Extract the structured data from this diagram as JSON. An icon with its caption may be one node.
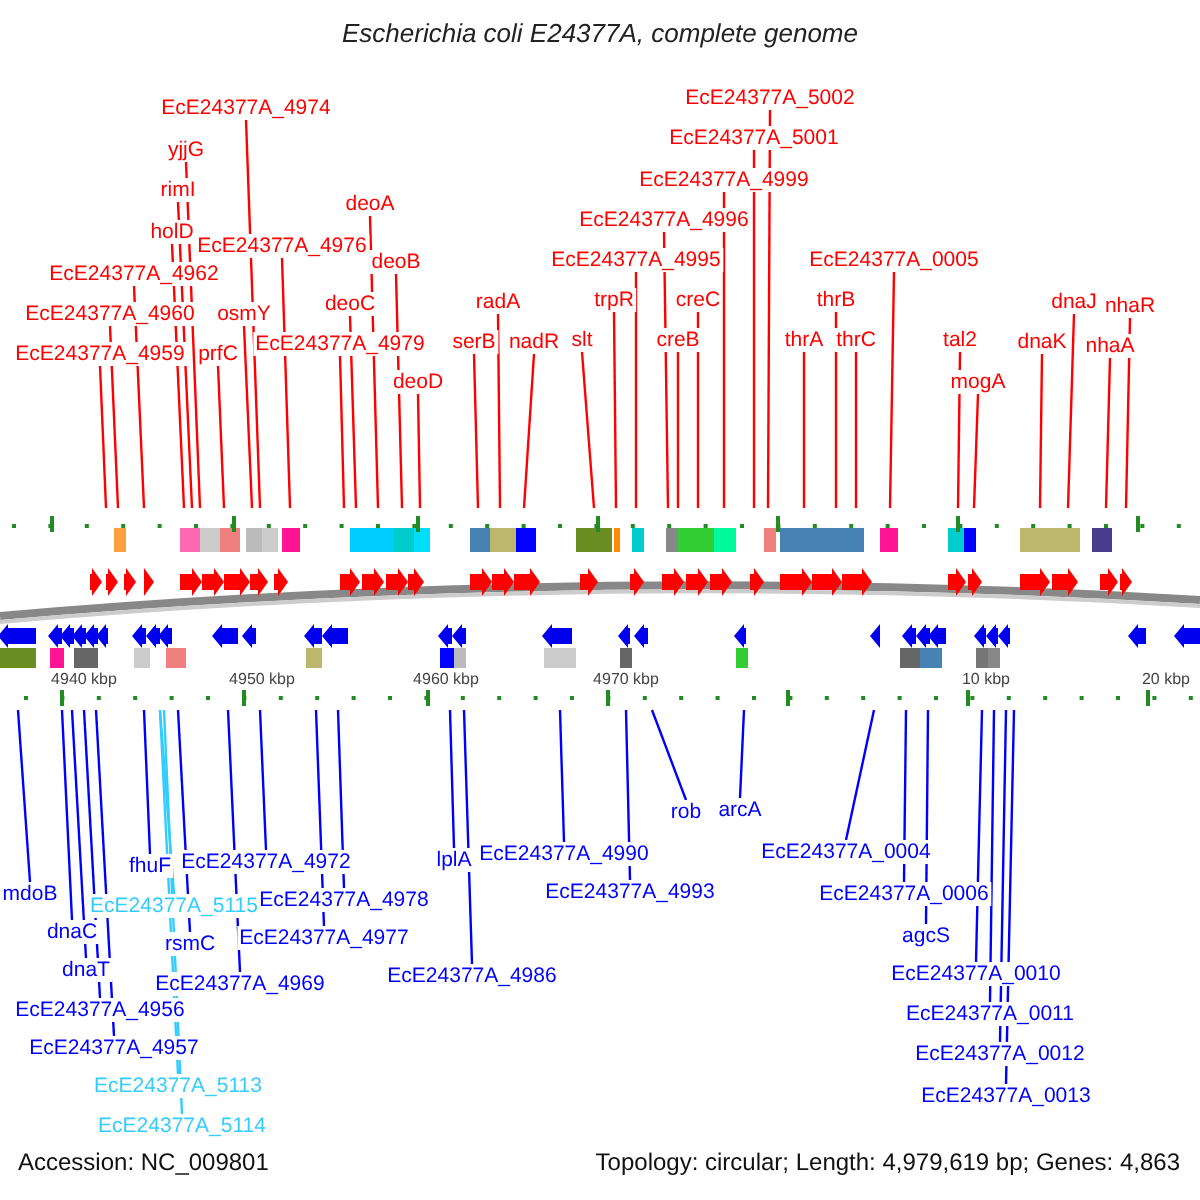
{
  "diagram": {
    "title": "Escherichia coli E24377A, complete genome",
    "nodes": [
      {
        "text": [
          "EcE24377A_4959"
        ]
      },
      {
        "text": [
          "EcE24377A_4960"
        ]
      },
      {
        "text": [
          "EcE24377A_4962"
        ]
      },
      {
        "text": [
          "holD"
        ]
      },
      {
        "text": [
          "rimI"
        ]
      },
      {
        "text": [
          "yjjG"
        ]
      },
      {
        "text": [
          "EcE24377A_4974"
        ]
      },
      {
        "text": [
          "prfC"
        ]
      },
      {
        "text": [
          "osmY"
        ]
      },
      {
        "text": [
          "EcE24377A_4976"
        ]
      },
      {
        "text": [
          "EcE24377A_4979"
        ]
      },
      {
        "text": [
          "deoC"
        ]
      },
      {
        "text": [
          "deoA"
        ]
      },
      {
        "text": [
          "deoB"
        ]
      },
      {
        "text": [
          "deoD"
        ]
      },
      {
        "text": [
          "serB"
        ]
      },
      {
        "text": [
          "radA"
        ]
      },
      {
        "text": [
          "nadR"
        ]
      },
      {
        "text": [
          "slt"
        ]
      },
      {
        "text": [
          "trpR"
        ]
      },
      {
        "text": [
          "EcE24377A_4995"
        ]
      },
      {
        "text": [
          "creB"
        ]
      },
      {
        "text": [
          "creC"
        ]
      },
      {
        "text": [
          "EcE24377A_4996"
        ]
      },
      {
        "text": [
          "EcE24377A_4999"
        ]
      },
      {
        "text": [
          "EcE24377A_5001"
        ]
      },
      {
        "text": [
          "EcE24377A_5002"
        ]
      },
      {
        "text": [
          "thrA"
        ]
      },
      {
        "text": [
          "thrB"
        ]
      },
      {
        "text": [
          "thrC"
        ]
      },
      {
        "text": [
          "EcE24377A_0005"
        ]
      },
      {
        "text": [
          "tal2"
        ]
      },
      {
        "text": [
          "mogA"
        ]
      },
      {
        "text": [
          "dnaK"
        ]
      },
      {
        "text": [
          "dnaJ"
        ]
      },
      {
        "text": [
          "nhaA"
        ]
      },
      {
        "text": [
          "nhaR"
        ]
      },
      {
        "text": [
          "mdoB"
        ]
      },
      {
        "text": [
          "dnaC"
        ]
      },
      {
        "text": [
          "dnaT"
        ]
      },
      {
        "text": [
          "EcE24377A_4956"
        ]
      },
      {
        "text": [
          "EcE24377A_4957"
        ]
      },
      {
        "text": [
          "fhuF"
        ]
      },
      {
        "text": [
          "EcE24377A_5115"
        ]
      },
      {
        "text": [
          "rsmC"
        ]
      },
      {
        "text": [
          "EcE24377A_4972"
        ]
      },
      {
        "text": [
          "EcE24377A_4969"
        ]
      },
      {
        "text": [
          "EcE24377A_4978"
        ]
      },
      {
        "text": [
          "EcE24377A_4977"
        ]
      },
      {
        "text": [
          "lplA"
        ]
      },
      {
        "text": [
          "EcE24377A_4986"
        ]
      },
      {
        "text": [
          "EcE24377A_4990"
        ]
      },
      {
        "text": [
          "EcE24377A_4993"
        ]
      },
      {
        "text": [
          "rob"
        ]
      },
      {
        "text": [
          "arcA"
        ]
      },
      {
        "text": [
          "EcE24377A_0004"
        ]
      },
      {
        "text": [
          "EcE24377A_0006"
        ]
      },
      {
        "text": [
          "agcS"
        ]
      },
      {
        "text": [
          "EcE24377A_0010"
        ]
      },
      {
        "text": [
          "EcE24377A_0011"
        ]
      },
      {
        "text": [
          "EcE24377A_0012"
        ]
      },
      {
        "text": [
          "EcE24377A_0013"
        ]
      },
      {
        "text": [
          "EcE24377A_5113"
        ]
      },
      {
        "text": [
          "EcE24377A_5114"
        ]
      }
    ],
    "edges": [
      {
        "from": 0,
        "to": null,
        "arrow": "none"
      },
      {
        "from": 1,
        "to": null,
        "arrow": "none"
      },
      {
        "from": 2,
        "to": null,
        "arrow": "none"
      },
      {
        "from": 3,
        "to": null,
        "arrow": "none"
      },
      {
        "from": 4,
        "to": null,
        "arrow": "none"
      },
      {
        "from": 5,
        "to": null,
        "arrow": "none"
      },
      {
        "from": 6,
        "to": null,
        "arrow": "none"
      },
      {
        "from": 7,
        "to": null,
        "arrow": "none"
      },
      {
        "from": 8,
        "to": null,
        "arrow": "none"
      },
      {
        "from": 9,
        "to": null,
        "arrow": "none"
      },
      {
        "from": 10,
        "to": null,
        "arrow": "none"
      },
      {
        "from": 11,
        "to": null,
        "arrow": "none"
      },
      {
        "from": 12,
        "to": null,
        "arrow": "none"
      },
      {
        "from": 13,
        "to": null,
        "arrow": "none"
      },
      {
        "from": 14,
        "to": null,
        "arrow": "none"
      },
      {
        "from": 15,
        "to": null,
        "arrow": "none"
      },
      {
        "from": 16,
        "to": null,
        "arrow": "none"
      },
      {
        "from": 17,
        "to": null,
        "arrow": "none"
      },
      {
        "from": 18,
        "to": null,
        "arrow": "none"
      },
      {
        "from": 19,
        "to": null,
        "arrow": "none"
      },
      {
        "from": 20,
        "to": null,
        "arrow": "none"
      },
      {
        "from": 21,
        "to": null,
        "arrow": "none"
      },
      {
        "from": 22,
        "to": null,
        "arrow": "none"
      },
      {
        "from": 23,
        "to": null,
        "arrow": "none"
      },
      {
        "from": 24,
        "to": null,
        "arrow": "none"
      },
      {
        "from": 25,
        "to": null,
        "arrow": "none"
      },
      {
        "from": 26,
        "to": null,
        "arrow": "none"
      },
      {
        "from": 27,
        "to": null,
        "arrow": "none"
      },
      {
        "from": 28,
        "to": null,
        "arrow": "none"
      },
      {
        "from": 29,
        "to": null,
        "arrow": "none"
      },
      {
        "from": 30,
        "to": null,
        "arrow": "none"
      },
      {
        "from": 31,
        "to": null,
        "arrow": "none"
      },
      {
        "from": 32,
        "to": null,
        "arrow": "none"
      },
      {
        "from": 33,
        "to": null,
        "arrow": "none"
      },
      {
        "from": 34,
        "to": null,
        "arrow": "none"
      },
      {
        "from": 35,
        "to": null,
        "arrow": "none"
      },
      {
        "from": 36,
        "to": null,
        "arrow": "none"
      },
      {
        "from": 37,
        "to": null,
        "arrow": "none",
        "color": "#0000ff"
      },
      {
        "from": 38,
        "to": null,
        "arrow": "none",
        "color": "#0000ff"
      },
      {
        "from": 39,
        "to": null,
        "arrow": "none",
        "color": "#0000ff"
      },
      {
        "from": 40,
        "to": null,
        "arrow": "none",
        "color": "#0000ff"
      },
      {
        "from": 41,
        "to": null,
        "arrow": "none",
        "color": "#0000ff"
      },
      {
        "from": 42,
        "to": null,
        "arrow": "none",
        "color": "#0000ff"
      },
      {
        "from": 43,
        "to": null,
        "arrow": "none",
        "color": "#33ccff"
      },
      {
        "from": 44,
        "to": null,
        "arrow": "none",
        "color": "#0000ff"
      },
      {
        "from": 45,
        "to": null,
        "arrow": "none",
        "color": "#0000ff"
      },
      {
        "from": 46,
        "to": null,
        "arrow": "none",
        "color": "#0000ff"
      },
      {
        "from": 47,
        "to": null,
        "arrow": "none",
        "color": "#0000ff"
      },
      {
        "from": 48,
        "to": null,
        "arrow": "none",
        "color": "#0000ff"
      },
      {
        "from": 49,
        "to": null,
        "arrow": "none",
        "color": "#0000ff"
      },
      {
        "from": 50,
        "to": null,
        "arrow": "none",
        "color": "#0000ff"
      },
      {
        "from": 51,
        "to": null,
        "arrow": "none",
        "color": "#0000ff"
      },
      {
        "from": 52,
        "to": null,
        "arrow": "none",
        "color": "#0000ff"
      },
      {
        "from": 53,
        "to": null,
        "arrow": "none",
        "color": "#0000ff"
      },
      {
        "from": 54,
        "to": null,
        "arrow": "none",
        "color": "#0000ff"
      },
      {
        "from": 55,
        "to": null,
        "arrow": "none",
        "color": "#0000ff"
      },
      {
        "from": 56,
        "to": null,
        "arrow": "none",
        "color": "#0000ff"
      },
      {
        "from": 57,
        "to": null,
        "arrow": "none",
        "color": "#0000ff"
      },
      {
        "from": 58,
        "to": null,
        "arrow": "none",
        "color": "#0000ff"
      },
      {
        "from": 59,
        "to": null,
        "arrow": "none",
        "color": "#0000ff"
      },
      {
        "from": 60,
        "to": null,
        "arrow": "none",
        "color": "#0000ff"
      },
      {
        "from": 61,
        "to": null,
        "arrow": "none",
        "color": "#0000ff"
      },
      {
        "from": 62,
        "to": null,
        "arrow": "none",
        "color": "#33ccff"
      },
      {
        "from": 63,
        "to": null,
        "arrow": "none",
        "color": "#33ccff"
      }
    ],
    "labels": [
      "4940 kbp",
      "4950 kbp",
      "4960 kbp",
      "4970 kbp",
      "10 kbp",
      "20 kbp",
      "Accession: NC_009801",
      "Topology: circular; Length: 4,979,619 bp; Genes: 4,863"
    ]
  }
}
